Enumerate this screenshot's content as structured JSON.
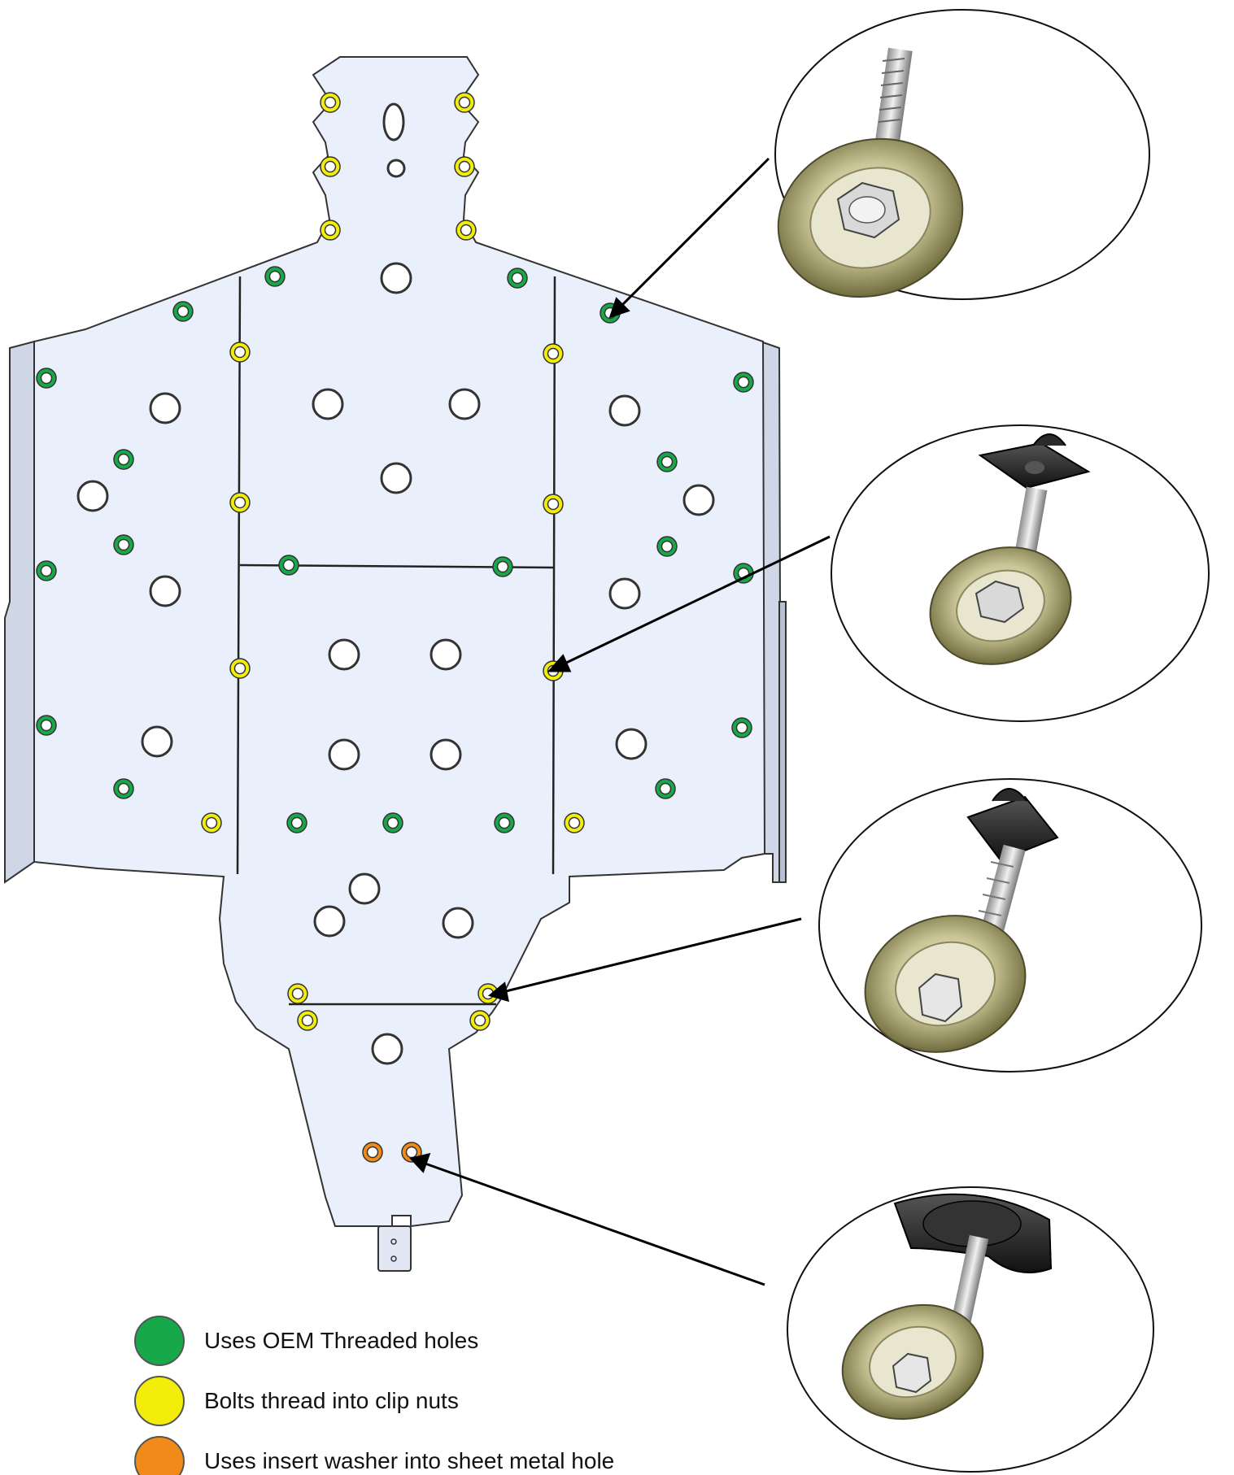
{
  "colors": {
    "oem_threaded": "#17a84a",
    "clip_nut": "#f2ee0a",
    "insert_washer": "#f28a1a",
    "plate_fill": "#eaf0fb",
    "outline": "#3a3a3a"
  },
  "callouts": [
    {
      "name": "callout-oem-bolt",
      "hardware": "bolt-with-washer"
    },
    {
      "name": "callout-clip-nut-flat",
      "hardware": "bolt-with-clip-nut"
    },
    {
      "name": "callout-clip-nut-long",
      "hardware": "long-bolt-with-clip-nut"
    },
    {
      "name": "callout-insert-washer",
      "hardware": "bolt-with-insert-washer"
    }
  ],
  "legend": {
    "items": [
      {
        "color_key": "oem_threaded",
        "label": "Uses OEM Threaded holes"
      },
      {
        "color_key": "clip_nut",
        "label": "Bolts thread into clip nuts"
      },
      {
        "color_key": "insert_washer",
        "label": "Uses insert washer into sheet metal hole"
      }
    ]
  }
}
